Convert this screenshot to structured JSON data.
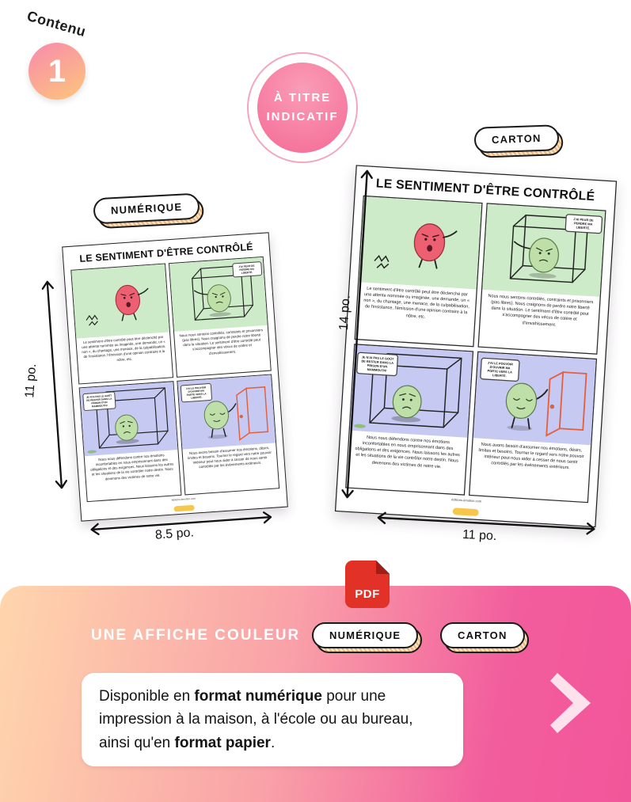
{
  "header": {
    "contenu": "Contenu",
    "step_number": "1",
    "badge_line1": "À TITRE",
    "badge_line2": "INDICATIF"
  },
  "labels": {
    "numerique": "NUMÉRIQUE",
    "carton": "CARTON"
  },
  "poster": {
    "title": "LE SENTIMENT D'ÊTRE CONTRÔLÉ",
    "panels": [
      {
        "caption": "Le sentiment d'être contrôlé peut être déclenché par une attente nommée ou imaginée, une demande, un « non », du chantage, une menace, de la culpabilisation, de l'insistance, l'émission d'une opinion contraire à la nôtre, etc."
      },
      {
        "bubble": "J'AI PEUR DE PERDRE MA LIBERTÉ.",
        "caption": "Nous nous sentons contrôlés, contraints et prisonniers (pas libres). Nous craignons de perdre notre liberté dans la situation. Le sentiment d'être contrôlé peut s'accompagner des vécus de colère et d'envahissement."
      },
      {
        "bubble": "JE N'AI PAS LE GOÛT DE RESTER DANS LA PRISON D'UN MAMMOUTH!",
        "caption": "Nous nous défendons contre nos émotions inconfortables en nous emprisonnant dans des obligations et des exigences. Nous laissons les autres et les situations de la vie contrôler notre destin. Nous devenons des victimes de notre vie."
      },
      {
        "bubble": "J'AI LE POUVOIR D'OUVRIR MA PORTE VERS LA LIBERTÉ.",
        "caption": "Nous avons besoin d'assumer nos émotions, désirs, limites et besoins. Tourner le regard vers notre pouvoir intérieur peut nous aider à cesser de nous sentir contrôlés par les événements extérieurs."
      }
    ],
    "footer_site": "éditions-émotion.com"
  },
  "dimensions": {
    "small_height": "11 po.",
    "small_width": "8.5 po.",
    "large_height": "14 po.",
    "large_width": "11 po."
  },
  "pdf": {
    "label": "PDF"
  },
  "bottom": {
    "heading": "UNE AFFICHE COULEUR",
    "pill_numerique": "NUMÉRIQUE",
    "pill_carton": "CARTON",
    "desc_part1": "Disponible en ",
    "desc_bold1": "format numérique",
    "desc_part2": " pour une impression à la maison, à l'école ou au bureau, ainsi qu'en ",
    "desc_bold2": "format papier",
    "desc_part3": "."
  },
  "colors": {
    "accent_pink": "#f2579b",
    "peach": "#ffd2a6",
    "pdf_red": "#e23228",
    "panel_green": "#cdebc8",
    "panel_purple": "#c6caf3",
    "door_orange": "#e2603f",
    "character_pink": "#ec6071",
    "character_green": "#bedfa7",
    "brand_yellow": "#f6c64d"
  }
}
